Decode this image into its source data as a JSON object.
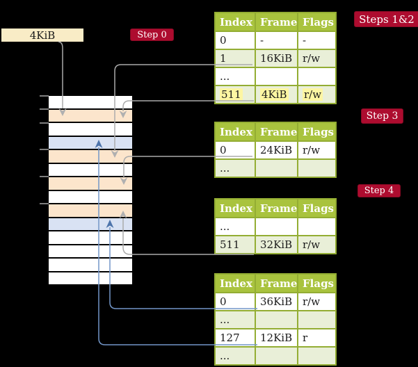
{
  "frame_box": {
    "label": "4KiB"
  },
  "badges": [
    {
      "id": "badge-step0",
      "label": "Step 0"
    },
    {
      "id": "badge-steps12",
      "label": "Steps 1&2"
    },
    {
      "id": "badge-step3",
      "label": "Step 3"
    },
    {
      "id": "badge-step4",
      "label": "Step 4"
    }
  ],
  "tables": [
    {
      "id": "table-steps12",
      "headers": [
        "Index",
        "Frame",
        "Flags"
      ],
      "rows": [
        {
          "cells": [
            "0",
            "-",
            "-"
          ],
          "shade": false,
          "highlight": false
        },
        {
          "cells": [
            "1",
            "16KiB",
            "r/w"
          ],
          "shade": true,
          "highlight": false
        },
        {
          "cells": [
            "...",
            "",
            ""
          ],
          "shade": false,
          "highlight": false
        },
        {
          "cells": [
            "511",
            "4KiB",
            "r/w"
          ],
          "shade": true,
          "highlight": true
        }
      ]
    },
    {
      "id": "table-step3",
      "headers": [
        "Index",
        "Frame",
        "Flags"
      ],
      "rows": [
        {
          "cells": [
            "0",
            "24KiB",
            "r/w"
          ],
          "shade": false,
          "highlight": false
        },
        {
          "cells": [
            "...",
            "",
            ""
          ],
          "shade": true,
          "highlight": false
        }
      ]
    },
    {
      "id": "table-step4",
      "headers": [
        "Index",
        "Frame",
        "Flags"
      ],
      "rows": [
        {
          "cells": [
            "...",
            "",
            ""
          ],
          "shade": false,
          "highlight": false
        },
        {
          "cells": [
            "511",
            "32KiB",
            "r/w"
          ],
          "shade": true,
          "highlight": false
        }
      ]
    },
    {
      "id": "table-final",
      "headers": [
        "Index",
        "Frame",
        "Flags"
      ],
      "rows": [
        {
          "cells": [
            "0",
            "36KiB",
            "r/w"
          ],
          "shade": false,
          "highlight": false
        },
        {
          "cells": [
            "...",
            "",
            ""
          ],
          "shade": true,
          "highlight": false
        },
        {
          "cells": [
            "127",
            "12KiB",
            "r"
          ],
          "shade": false,
          "highlight": false
        },
        {
          "cells": [
            "...",
            "",
            ""
          ],
          "shade": true,
          "highlight": false
        }
      ]
    }
  ],
  "memory_column": {
    "rows": [
      "white",
      "peach",
      "white",
      "blue",
      "peach",
      "white",
      "peach",
      "white",
      "peach",
      "blue",
      "white",
      "white",
      "white",
      "white"
    ]
  },
  "colors": {
    "background": "#000000",
    "header_green": "#a9c33e",
    "shade_green": "#e9efd8",
    "cell_border_olive": "#93ad33",
    "table_border_gray": "#9b9b9b",
    "highlight_yellow": "#fdf6a2",
    "badge_red": "#ad0c2f",
    "frame_box_cream": "#f9ecc6",
    "mem_peach": "#fce5cc",
    "mem_blue": "#d9e2f3",
    "gray_line": "#ababab",
    "blue_line": "#7296c8"
  }
}
